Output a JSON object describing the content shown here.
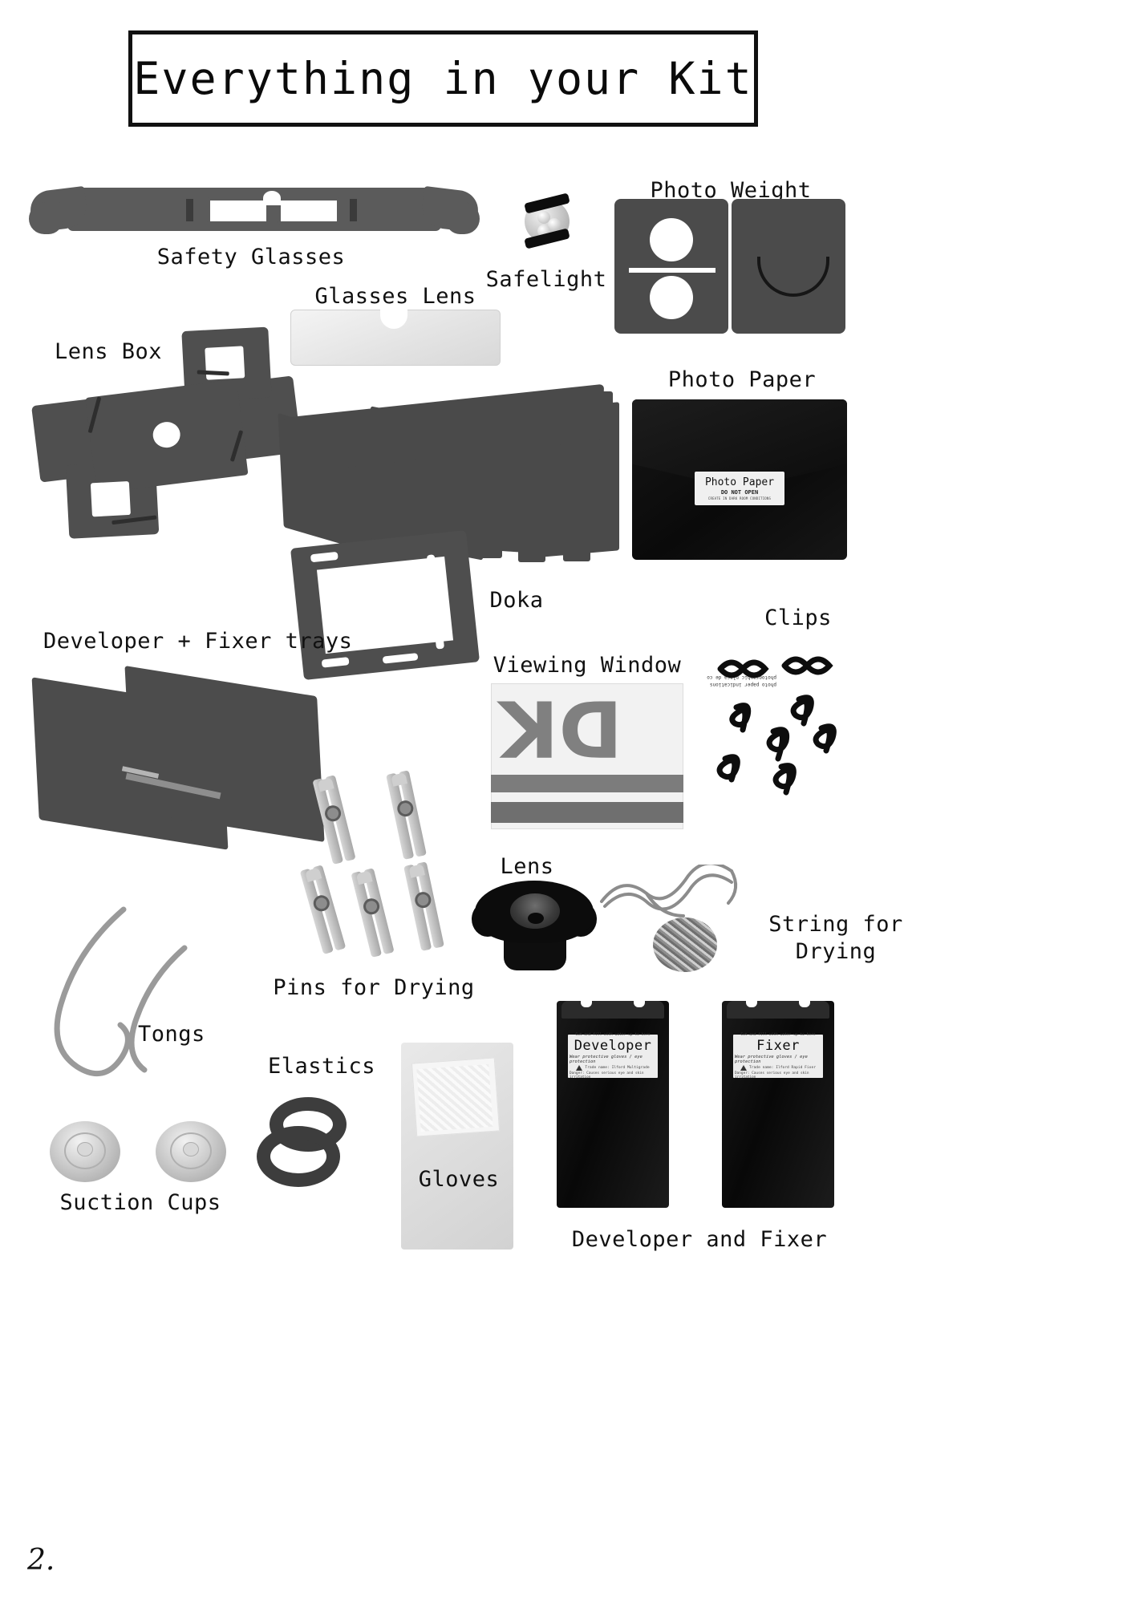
{
  "page": {
    "title": "Everything in your Kit",
    "page_number": "2."
  },
  "captions": {
    "safety_glasses": "Safety Glasses",
    "safelight": "Safelight",
    "photo_weight": "Photo Weight",
    "glasses_lens": "Glasses Lens",
    "lens_box": "Lens Box",
    "photo_paper": "Photo Paper",
    "doka": "Doka",
    "trays": "Developer + Fixer trays",
    "viewing_window": "Viewing Window",
    "clips": "Clips",
    "pins": "Pins for Drying",
    "lens": "Lens",
    "string": "String for\nDrying",
    "tongs": "Tongs",
    "elastics": "Elastics",
    "gloves": "Gloves",
    "suction_cups": "Suction Cups",
    "developer_and_fixer": "Developer and Fixer"
  },
  "photo_paper_label": {
    "title": "Photo Paper",
    "subtitle": "DO NOT OPEN",
    "fine_print": "CREATE IN DARK ROOM CONDITIONS"
  },
  "developer_label": {
    "cut_line": "Cut and fill with water up to here",
    "name": "Developer",
    "warning": "Wear protective gloves / eye protection",
    "trade_name": "Trade name: Ilford Multigrade",
    "danger": "Danger: Causes serious eye and skin irritation"
  },
  "fixer_label": {
    "cut_line": "Cut and fill with water up to here",
    "name": "Fixer",
    "warning": "Wear protective gloves / eye protection",
    "trade_name": "Trade name: Ilford Rapid Fixer",
    "danger": "Danger: Causes serious eye and skin irritation"
  },
  "viewing_window": {
    "big_text": "DK",
    "side_text": "photo paper\nindications\nphotographic\nplaca de co"
  },
  "colors": {
    "ink": "#111111",
    "paper": "#ffffff",
    "card_grey": "#4b4b4b",
    "black_pouch": "#0d0d0d"
  }
}
